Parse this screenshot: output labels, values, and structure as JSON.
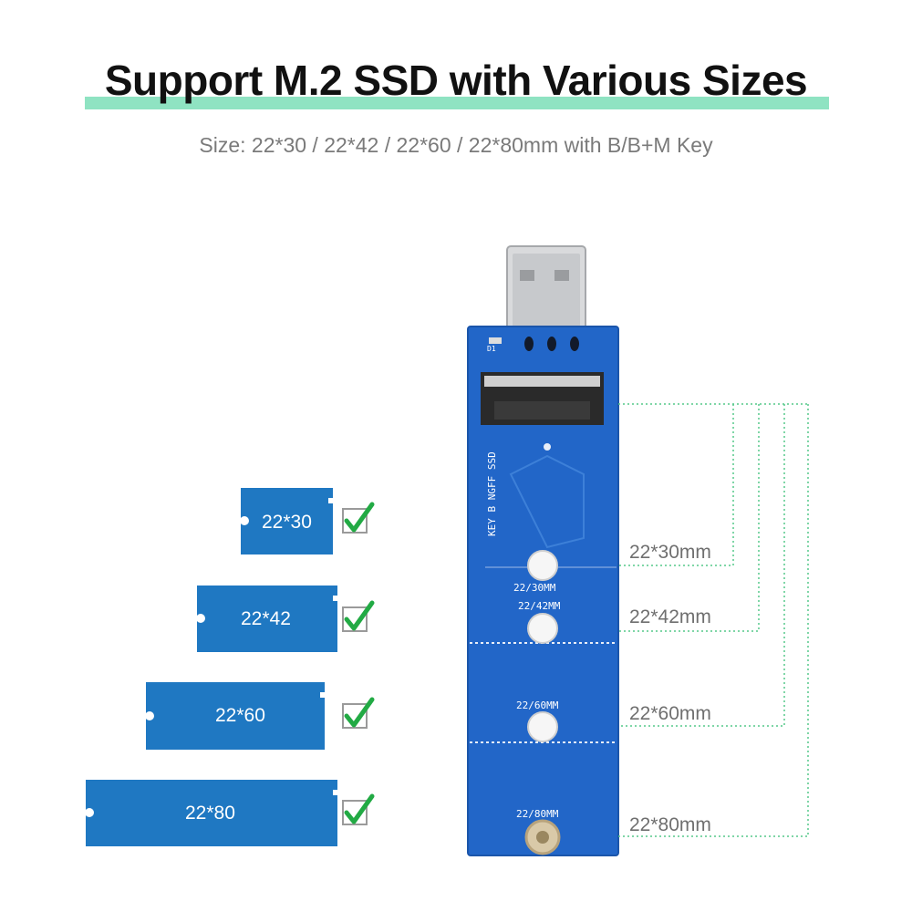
{
  "header": {
    "title": "Support M.2 SSD with Various Sizes",
    "subtitle": "Size: 22*30 / 22*42 / 22*60 / 22*80mm with B/B+M Key"
  },
  "ssd_cards": [
    {
      "label": "22*30"
    },
    {
      "label": "22*42"
    },
    {
      "label": "22*60"
    },
    {
      "label": "22*80"
    }
  ],
  "size_labels": [
    "22*30mm",
    "22*42mm",
    "22*60mm",
    "22*80mm"
  ],
  "pcb": {
    "silk_main": "KEY B NGFF SSD",
    "silk_d1": "D1",
    "mark_30_42": [
      "22/30MM",
      "22/42MM"
    ],
    "mark_60": "22/60MM",
    "mark_80": "22/80MM"
  },
  "colors": {
    "ssd_blue": "#1f78c2",
    "pcb_blue": "#2266c8",
    "check_green": "#22aa44",
    "dotted_green": "#55c88a",
    "underline_mint": "#8fe3c2"
  }
}
